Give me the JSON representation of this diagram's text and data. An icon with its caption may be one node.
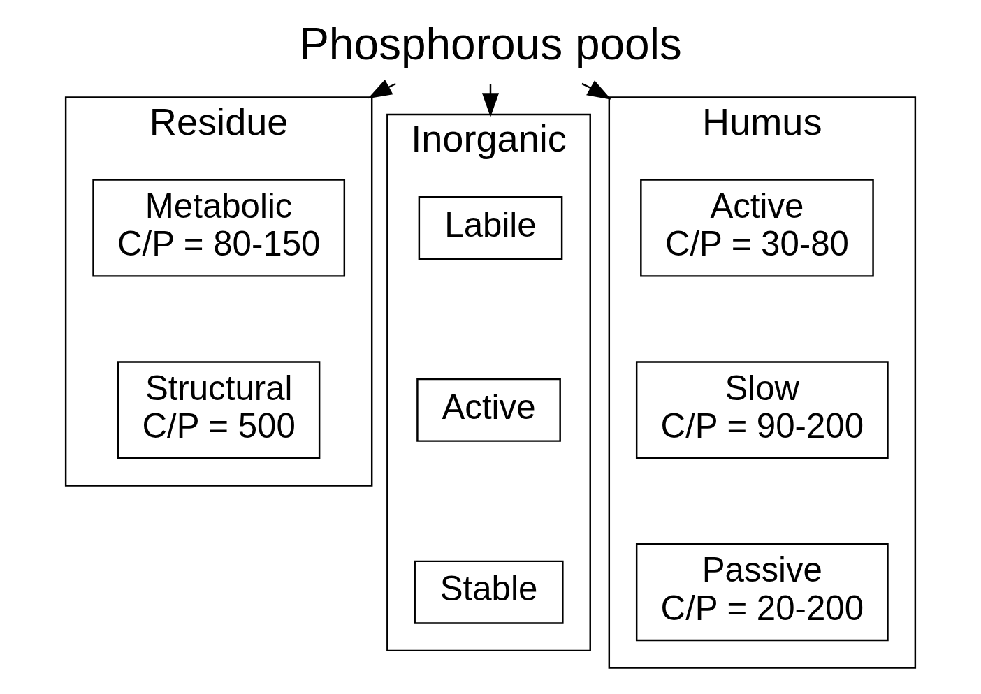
{
  "diagram": {
    "nodes": [
      {
        "text": [
          "Phosphorous pools"
        ]
      },
      {
        "text": [
          "Residue"
        ]
      },
      {
        "text": [
          "Metabolic",
          "C/P = 80-150"
        ],
        "in": 1
      },
      {
        "text": [
          "Structural",
          "C/P = 500"
        ],
        "in": 1
      },
      {
        "text": [
          "Inorganic"
        ]
      },
      {
        "text": [
          "Labile"
        ],
        "in": 4
      },
      {
        "text": [
          "Active"
        ],
        "in": 4
      },
      {
        "text": [
          "Stable"
        ],
        "in": 4
      },
      {
        "text": [
          "Humus"
        ]
      },
      {
        "text": [
          "Active",
          "C/P = 30-80"
        ],
        "in": 8
      },
      {
        "text": [
          "Slow",
          "C/P = 90-200"
        ],
        "in": 8
      },
      {
        "text": [
          "Passive",
          "C/P = 20-200"
        ],
        "in": 8
      }
    ],
    "edges": [
      {
        "from": 0,
        "to": 1,
        "arrow": "to"
      },
      {
        "from": 0,
        "to": 4,
        "arrow": "to"
      },
      {
        "from": 0,
        "to": 8,
        "arrow": "to"
      }
    ]
  }
}
